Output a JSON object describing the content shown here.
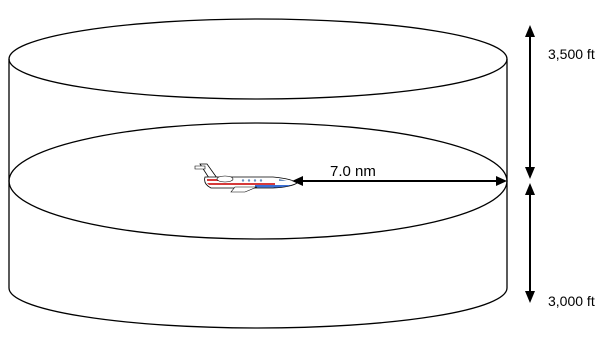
{
  "diagram": {
    "radius_label": "7.0 nm",
    "upper_height_label": "3,500 ft",
    "lower_height_label": "3,000 ft",
    "aircraft_icon": "business-jet-icon"
  },
  "colors": {
    "stroke": "#000000",
    "aircraft_body": "#ffffff",
    "aircraft_stripe_red": "#d63a3a",
    "aircraft_stripe_blue": "#3a6fd6",
    "aircraft_window": "#6a8fbf"
  }
}
